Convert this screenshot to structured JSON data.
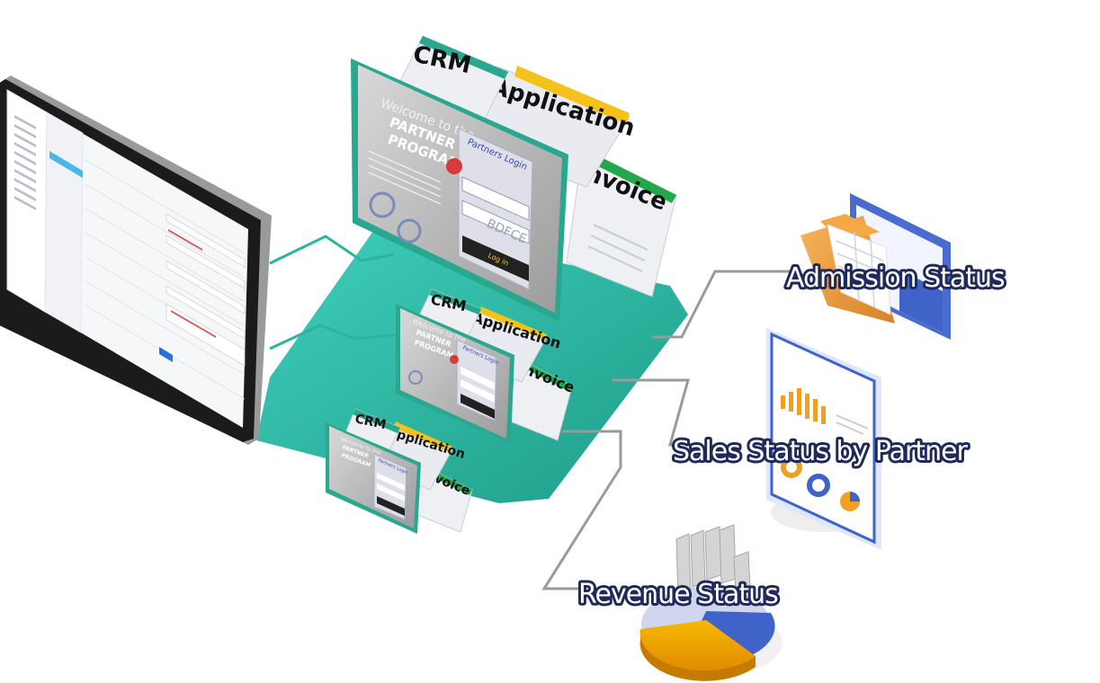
{
  "card_tabs": {
    "crm": "CRM",
    "application": "Application",
    "invoice": "Invoice"
  },
  "login_panel": {
    "welcome": "Welcome to the",
    "partner": "PARTNER",
    "program": "PROGRAM",
    "login_title": "Partners Login",
    "captcha": "BDFCE",
    "login_button": "Log in"
  },
  "statuses": {
    "admission": "Admission Status",
    "sales": "Sales Status by Partner",
    "revenue": "Revenue Status"
  },
  "colors": {
    "teal": "#2bb5a0",
    "tab_teal": "#2aa88f",
    "tab_yellow": "#f4c21a",
    "tab_green": "#22a84a",
    "tablet_frame": "#1b1b1b",
    "status_outline": "#1f2a5a",
    "accent_blue": "#3f63c8",
    "accent_orange": "#f0a020"
  }
}
